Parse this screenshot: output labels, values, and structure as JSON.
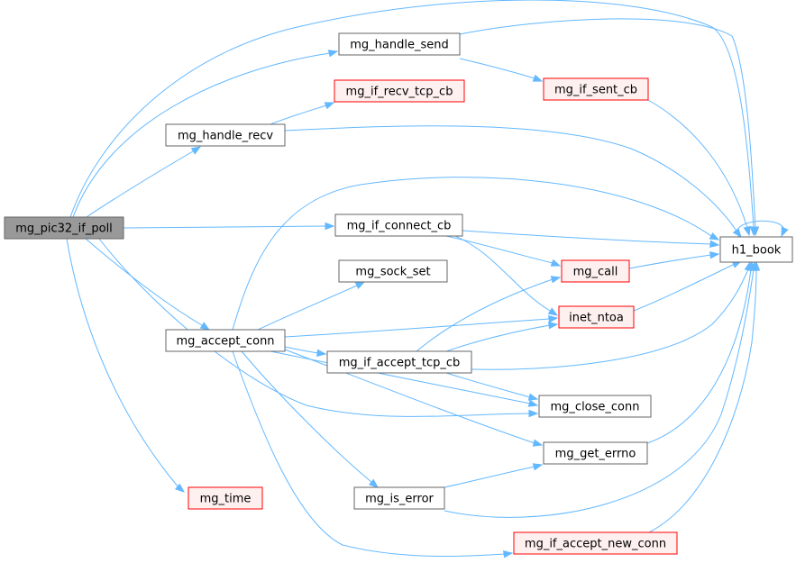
{
  "colors": {
    "edge": "#63b8ff",
    "root_fill": "#999999",
    "root_stroke": "#666666",
    "node_fill": "#ffffff",
    "node_stroke": "#666666",
    "truncated_fill": "#fff0f0",
    "truncated_stroke": "#ff0000"
  },
  "nodes": {
    "root": {
      "label": "mg_pic32_if_poll",
      "style": "root"
    },
    "handle_send": {
      "label": "mg_handle_send",
      "style": "normal"
    },
    "if_recv_tcp_cb": {
      "label": "mg_if_recv_tcp_cb",
      "style": "truncated"
    },
    "if_sent_cb": {
      "label": "mg_if_sent_cb",
      "style": "truncated"
    },
    "handle_recv": {
      "label": "mg_handle_recv",
      "style": "normal"
    },
    "if_connect_cb": {
      "label": "mg_if_connect_cb",
      "style": "normal"
    },
    "h1_book": {
      "label": "h1_book",
      "style": "normal"
    },
    "sock_set": {
      "label": "mg_sock_set",
      "style": "normal"
    },
    "call": {
      "label": "mg_call",
      "style": "truncated"
    },
    "inet_ntoa": {
      "label": "inet_ntoa",
      "style": "truncated"
    },
    "accept_conn": {
      "label": "mg_accept_conn",
      "style": "normal"
    },
    "if_accept_tcp_cb": {
      "label": "mg_if_accept_tcp_cb",
      "style": "normal"
    },
    "close_conn": {
      "label": "mg_close_conn",
      "style": "normal"
    },
    "get_errno": {
      "label": "mg_get_errno",
      "style": "normal"
    },
    "time": {
      "label": "mg_time",
      "style": "truncated"
    },
    "is_error": {
      "label": "mg_is_error",
      "style": "normal"
    },
    "if_accept_new_conn": {
      "label": "mg_if_accept_new_conn",
      "style": "truncated"
    }
  },
  "edges": [
    [
      "root",
      "handle_send"
    ],
    [
      "root",
      "handle_recv"
    ],
    [
      "root",
      "if_connect_cb"
    ],
    [
      "root",
      "accept_conn"
    ],
    [
      "root",
      "close_conn"
    ],
    [
      "root",
      "time"
    ],
    [
      "root",
      "h1_book"
    ],
    [
      "handle_send",
      "if_sent_cb"
    ],
    [
      "handle_send",
      "h1_book"
    ],
    [
      "if_sent_cb",
      "h1_book"
    ],
    [
      "handle_recv",
      "if_recv_tcp_cb"
    ],
    [
      "handle_recv",
      "h1_book"
    ],
    [
      "if_connect_cb",
      "h1_book"
    ],
    [
      "if_connect_cb",
      "call"
    ],
    [
      "if_connect_cb",
      "inet_ntoa"
    ],
    [
      "call",
      "h1_book"
    ],
    [
      "inet_ntoa",
      "h1_book"
    ],
    [
      "accept_conn",
      "h1_book"
    ],
    [
      "accept_conn",
      "sock_set"
    ],
    [
      "accept_conn",
      "inet_ntoa"
    ],
    [
      "accept_conn",
      "if_accept_tcp_cb"
    ],
    [
      "accept_conn",
      "close_conn"
    ],
    [
      "accept_conn",
      "get_errno"
    ],
    [
      "accept_conn",
      "is_error"
    ],
    [
      "accept_conn",
      "if_accept_new_conn"
    ],
    [
      "if_accept_tcp_cb",
      "call"
    ],
    [
      "if_accept_tcp_cb",
      "inet_ntoa"
    ],
    [
      "if_accept_tcp_cb",
      "close_conn"
    ],
    [
      "if_accept_tcp_cb",
      "h1_book"
    ],
    [
      "get_errno",
      "h1_book"
    ],
    [
      "is_error",
      "get_errno"
    ],
    [
      "is_error",
      "h1_book"
    ],
    [
      "if_accept_new_conn",
      "h1_book"
    ],
    [
      "h1_book",
      "h1_book"
    ]
  ]
}
